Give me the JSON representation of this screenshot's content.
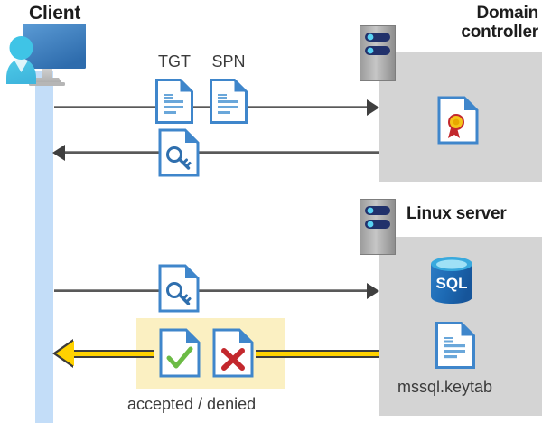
{
  "diagram": {
    "title_client": "Client",
    "title_domain_controller_line1": "Domain",
    "title_domain_controller_line2": "controller",
    "title_linux_server": "Linux server",
    "label_tgt": "TGT",
    "label_spn": "SPN",
    "label_keytab": "mssql.keytab",
    "label_result": "accepted / denied",
    "sql_text": "SQL"
  },
  "icons": {
    "client": "client-workstation-icon",
    "server_rack_dc": "server-rack-icon",
    "server_rack_linux": "server-rack-icon",
    "certificate": "certificate-document-icon",
    "tgt_document": "text-document-icon",
    "spn_document": "text-document-icon",
    "key_document_down": "key-document-icon",
    "key_document_up": "key-document-icon",
    "sql_database": "sql-database-icon",
    "keytab_document": "text-document-icon",
    "accepted_document": "checkmark-document-icon",
    "denied_document": "cross-document-icon"
  },
  "colors": {
    "panel_gray": "#d4d4d4",
    "lifeline_blue": "#c3ddf8",
    "highlight_yellow": "#fbf0c2",
    "arrow_gray": "#595959",
    "arrow_yellow": "#ffd200",
    "doc_blue": "#3f86cb",
    "accept_green": "#6cbb45",
    "deny_red": "#c3282d",
    "sql_blue": "#1d6ab4",
    "seal_gold": "#f5c518",
    "seal_red": "#c3282d",
    "title_dark": "#1d1d1d"
  },
  "flows": [
    {
      "name": "tgt-spn-request",
      "direction": "right",
      "from": "client",
      "to": "domain-controller",
      "payload": [
        "TGT",
        "SPN"
      ]
    },
    {
      "name": "ticket-response",
      "direction": "left",
      "from": "domain-controller",
      "to": "client",
      "payload": [
        "key-document"
      ]
    },
    {
      "name": "service-ticket-request",
      "direction": "right",
      "from": "client",
      "to": "linux-server",
      "payload": [
        "key-document"
      ]
    },
    {
      "name": "auth-result",
      "direction": "left",
      "from": "linux-server",
      "to": "client",
      "payload": [
        "accepted",
        "denied"
      ]
    }
  ]
}
